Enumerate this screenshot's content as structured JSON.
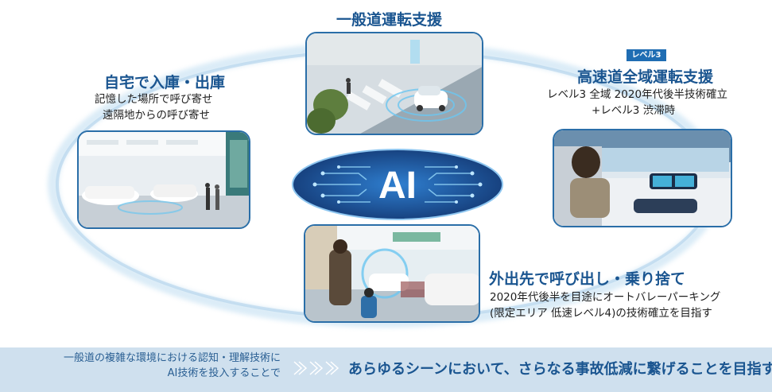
{
  "top": {
    "title": "一般道運転支援"
  },
  "left": {
    "title": "自宅で入庫・出庫",
    "line1": "記憶した場所で呼び寄せ",
    "line2": "遠隔地からの呼び寄せ"
  },
  "right": {
    "badge": "レベル3",
    "title": "高速道全域運転支援",
    "line1": "レベル3 全域 2020年代後半技術確立",
    "line2": "+レベル3 渋滞時"
  },
  "bottom": {
    "title": "外出先で呼び出し・乗り捨て",
    "line1": "2020年代後半を目途にオートバレーパーキング",
    "line2": "(限定エリア 低速レベル4)の技術確立を目指す"
  },
  "center": {
    "label": "AI"
  },
  "footer": {
    "left_line1": "一般道の複雑な環境における認知・理解技術に",
    "left_line2": "AI技術を投入することで",
    "arrows": "》》》",
    "message": "あらゆるシーンにおいて、さらなる事故低減に繋げることを目指す"
  },
  "colors": {
    "accent": "#1a5590",
    "ring": "#bedcf0",
    "footer_bg": "#cfe0ee"
  }
}
